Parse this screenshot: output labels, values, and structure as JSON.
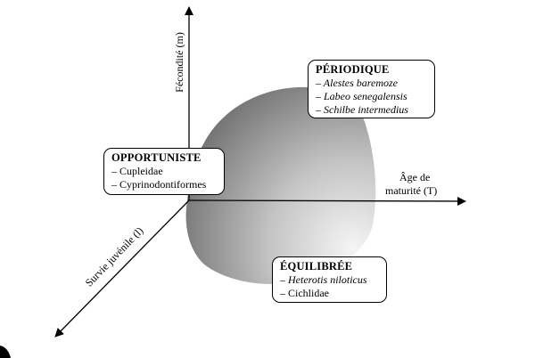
{
  "axes": {
    "fecundity": "Fécondité (m)",
    "maturity_line1": "Âge de",
    "maturity_line2": "maturité (T)",
    "survival": "Survie juvénile (l)"
  },
  "strategies": {
    "periodic": {
      "title": "PÉRIODIQUE",
      "items": [
        "– Alestes baremoze",
        "– Labeo senegalensis",
        "– Schilbe intermedius"
      ]
    },
    "opportunist": {
      "title": "OPPORTUNISTE",
      "items": [
        "– Cupleidae",
        "– Cyprinodontiformes"
      ]
    },
    "equilibrium": {
      "title": "ÉQUILIBRÉE",
      "items": [
        "– Heterotis niloticus",
        "– Cichlidae"
      ]
    }
  },
  "colors": {
    "shape_light": "#f2f2f2",
    "shape_dark": "#7a7a7a",
    "stroke": "#000000"
  }
}
